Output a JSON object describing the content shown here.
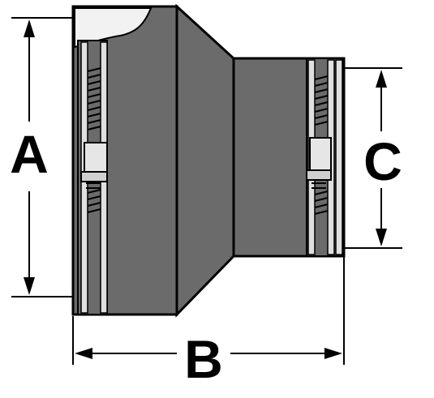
{
  "dimensions": {
    "a": "A",
    "b": "B",
    "c": "C"
  },
  "colors": {
    "rubber_body": "#6b6b6b",
    "rubber_dark": "#555555",
    "band_steel": "#d9d9d9",
    "outline": "#000000",
    "background": "#ffffff"
  }
}
